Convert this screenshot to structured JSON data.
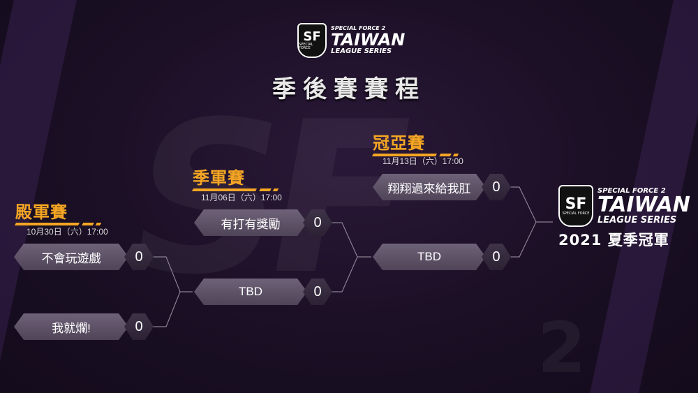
{
  "logo_top": {
    "mark": "SF",
    "mark_sub": "SPECIAL FORCE",
    "line1": "SPECIAL FORCE 2",
    "line2": "TAIWAN",
    "line3": "LEAGUE SERIES"
  },
  "page_title": "季後賽賽程",
  "rounds": [
    {
      "title": "殿軍賽",
      "date": "10月30日（六）17:00"
    },
    {
      "title": "季軍賽",
      "date": "11月06日（六）17:00"
    },
    {
      "title": "冠亞賽",
      "date": "11月13日（六）17:00"
    }
  ],
  "matches": [
    {
      "team": "不會玩遊戲",
      "score": "0"
    },
    {
      "team": "我就爛!",
      "score": "0"
    },
    {
      "team": "有打有獎勵",
      "score": "0"
    },
    {
      "team": "TBD",
      "score": "0"
    },
    {
      "team": "翔翔過來給我肛",
      "score": "0"
    },
    {
      "team": "TBD",
      "score": "0"
    }
  ],
  "logo_right": {
    "mark": "SF",
    "mark_sub": "SPECIAL FORCE",
    "line1": "SPECIAL FORCE 2",
    "line2": "TAIWAN",
    "line3": "LEAGUE SERIES"
  },
  "champion_label": "2021 夏季冠軍",
  "colors": {
    "accent": "#f5a623",
    "background": "#1a0f24",
    "team_box": "#5e5268",
    "score_box": "#35293f",
    "lines": "#8a8192"
  }
}
